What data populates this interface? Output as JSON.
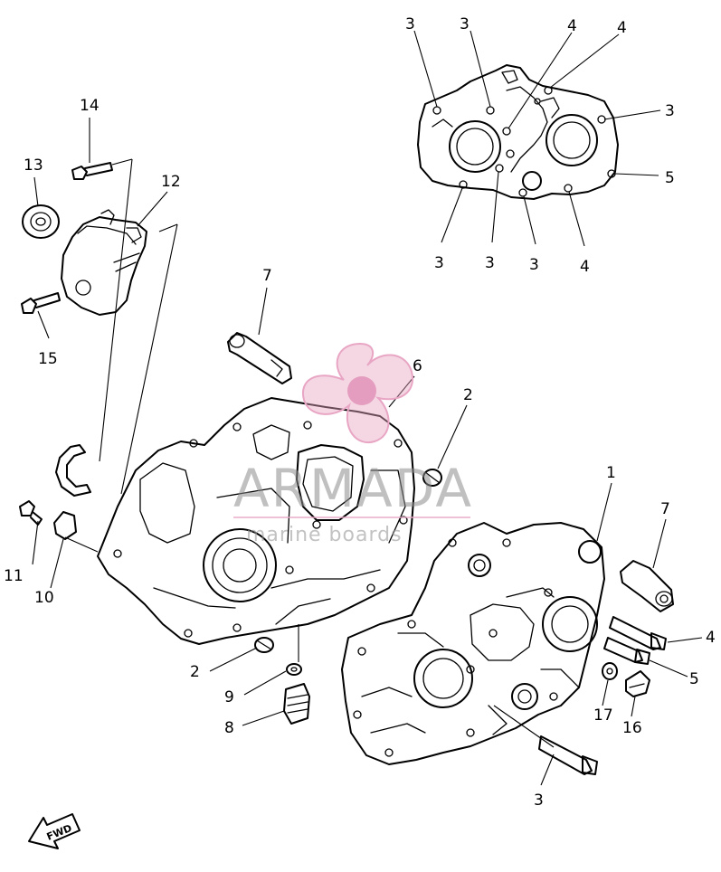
{
  "watermark": {
    "brand": "ARMADA",
    "tagline": "marine boards",
    "logo_color": "#e8a6c4"
  },
  "fwd_arrow": {
    "label": "FWD"
  },
  "callouts": {
    "c3a": "3",
    "c3b": "3",
    "c4a": "4",
    "c4b": "4",
    "c3c": "3",
    "c5a": "5",
    "c3d": "3",
    "c3e": "3",
    "c3f": "3",
    "c4c": "4",
    "c14": "14",
    "c13": "13",
    "c12": "12",
    "c15": "15",
    "c7a": "7",
    "c6": "6",
    "c2a": "2",
    "c1": "1",
    "c7b": "7",
    "c11": "11",
    "c10": "10",
    "c4d": "4",
    "c5b": "5",
    "c2b": "2",
    "c9": "9",
    "c8": "8",
    "c17": "17",
    "c16": "16",
    "c3g": "3"
  }
}
